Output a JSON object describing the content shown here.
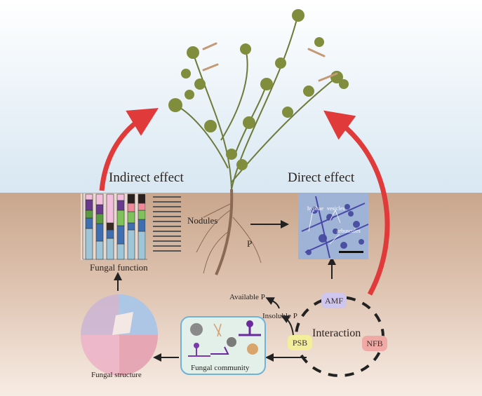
{
  "labels": {
    "indirect_effect": "Indirect effect",
    "direct_effect": "Direct effect",
    "nodules": "Nodules",
    "p": "P",
    "fungal_function": "Fungal function",
    "fungal_structure": "Fungal structure",
    "fungal_community": "Fungal community",
    "available_p": "Available P",
    "insoluble_p": "Insoluble P",
    "interaction": "Interaction",
    "amf": "AMF",
    "psb": "PSB",
    "nfb": "NFB"
  },
  "micrograph": {
    "hyphae": "hyphae",
    "vesicles": "vesicles",
    "arbuscules": "arbuscules"
  },
  "colors": {
    "arrow_red": "#e03a3a",
    "amf": "#cfc6ee",
    "psb": "#f2ee9c",
    "nfb": "#f0a9a4",
    "community_border": "#6fb3d8",
    "community_fill": "#e3efe9"
  }
}
